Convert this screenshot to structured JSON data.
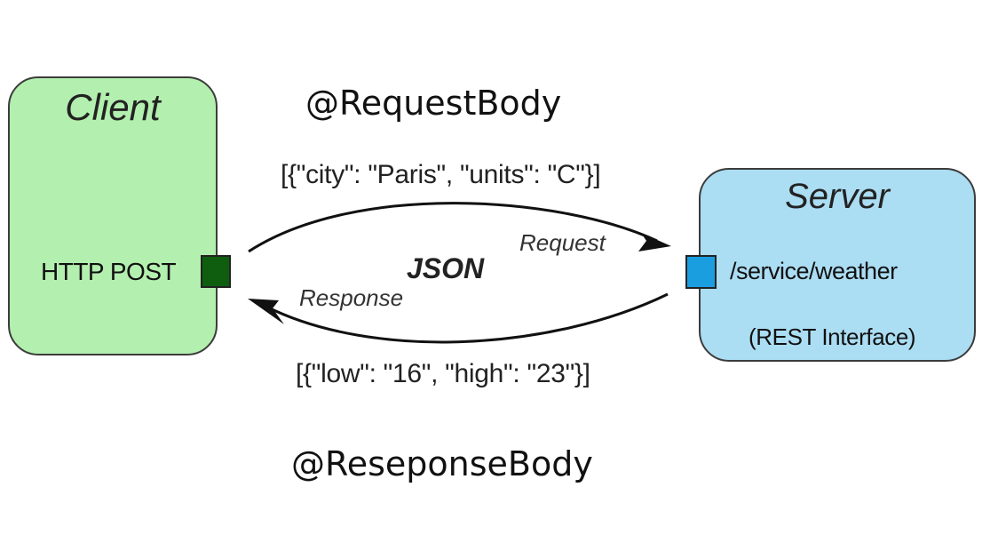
{
  "client": {
    "title": "Client",
    "method_label": "HTTP POST",
    "box_color": "#b3efae",
    "port_color": "#0f5e10"
  },
  "server": {
    "title": "Server",
    "endpoint": "/service/weather",
    "note": "(REST Interface)",
    "box_color": "#abddf3",
    "port_color": "#1b9ee0"
  },
  "exchange": {
    "request_annotation": "@RequestBody",
    "response_annotation": "@ReseponseBody",
    "request_payload": "[{\"city\": \"Paris\", \"units\": \"C\"}]",
    "response_payload": "[{\"low\": \"16\", \"high\": \"23\"}]",
    "request_label": "Request",
    "response_label": "Response",
    "format_label": "JSON"
  }
}
